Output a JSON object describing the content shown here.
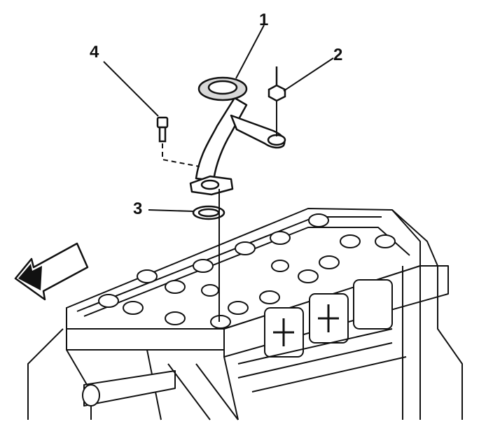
{
  "diagram": {
    "callouts": [
      {
        "id": "1",
        "label": "1"
      },
      {
        "id": "2",
        "label": "2"
      },
      {
        "id": "3",
        "label": "3"
      },
      {
        "id": "4",
        "label": "4"
      }
    ],
    "colors": {
      "ink": "#111111",
      "paper": "#ffffff",
      "shade": "#cfcfcf"
    }
  }
}
